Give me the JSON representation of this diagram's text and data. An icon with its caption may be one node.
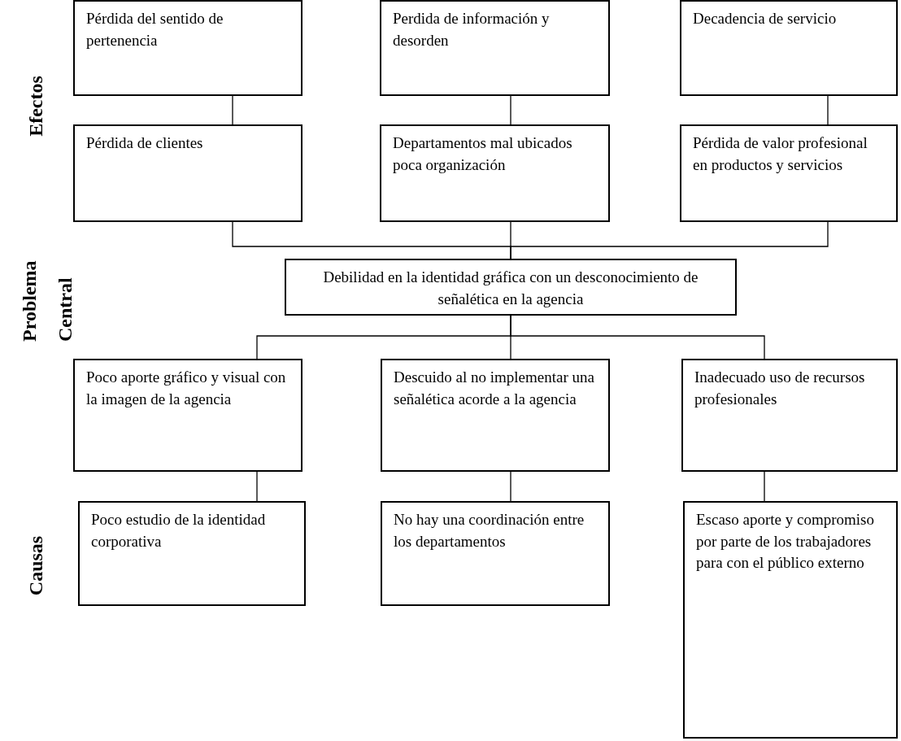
{
  "diagram": {
    "nodes": [
      {
        "text": [
          "Pérdida del sentido de pertenencia"
        ]
      },
      {
        "text": [
          "Perdida de información y desorden"
        ]
      },
      {
        "text": [
          "Decadencia de servicio"
        ]
      },
      {
        "text": [
          "Pérdida de clientes"
        ]
      },
      {
        "text": [
          "Departamentos mal ubicados poca organización"
        ]
      },
      {
        "text": [
          "Pérdida de valor profesional en productos y servicios"
        ]
      },
      {
        "text": [
          "Debilidad en la identidad gráfica con un desconocimiento de señalética en la agencia"
        ]
      },
      {
        "text": [
          "Poco aporte gráfico y visual con la imagen de la agencia"
        ]
      },
      {
        "text": [
          "Descuido al no implementar una señalética acorde a la agencia"
        ]
      },
      {
        "text": [
          "Inadecuado uso de recursos profesionales"
        ]
      },
      {
        "text": [
          "Poco estudio de la identidad corporativa"
        ]
      },
      {
        "text": [
          "No hay una coordinación entre los departamentos"
        ]
      },
      {
        "text": [
          "Escaso aporte y compromiso por parte de los trabajadores para con el público externo"
        ]
      }
    ],
    "edges": [
      {
        "from": 0,
        "to": 3,
        "arrow": "none"
      },
      {
        "from": 1,
        "to": 4,
        "arrow": "none"
      },
      {
        "from": 2,
        "to": 5,
        "arrow": "none"
      },
      {
        "from": 3,
        "to": 6,
        "arrow": "none"
      },
      {
        "from": 4,
        "to": 6,
        "arrow": "none"
      },
      {
        "from": 5,
        "to": 6,
        "arrow": "none"
      },
      {
        "from": 6,
        "to": 7,
        "arrow": "none"
      },
      {
        "from": 6,
        "to": 8,
        "arrow": "none"
      },
      {
        "from": 6,
        "to": 9,
        "arrow": "none"
      },
      {
        "from": 7,
        "to": 10,
        "arrow": "none"
      },
      {
        "from": 8,
        "to": 11,
        "arrow": "none"
      },
      {
        "from": 9,
        "to": 12,
        "arrow": "none"
      }
    ],
    "labels": [
      "Efectos",
      "Problema Central",
      "Causas"
    ]
  }
}
